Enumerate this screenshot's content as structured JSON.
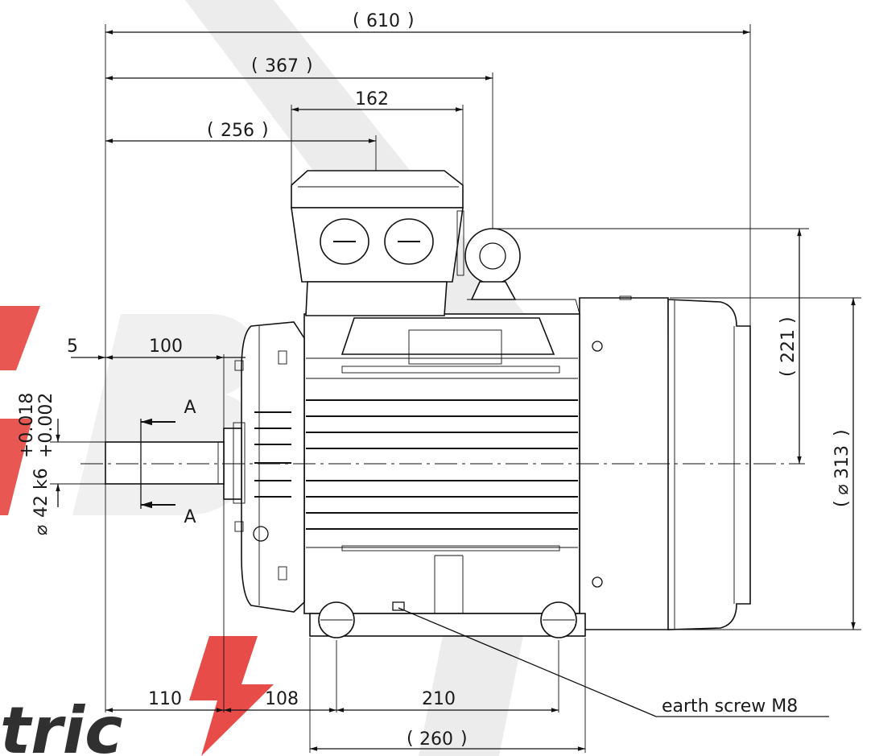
{
  "dimensions": {
    "overall_length": "610",
    "to_eyebolt": "367",
    "terminal_box_width": "162",
    "to_terminal_box": "256",
    "shaft_offset": "5",
    "shaft_length": "100",
    "shaft_height": "221",
    "flange_diameter": "313",
    "shaft_end": "110",
    "foot_offset": "108",
    "foot_spacing": "210",
    "foot_total": "260"
  },
  "shaft": {
    "tolerance_upper": "+0.018",
    "tolerance_lower": "+0.002",
    "diameter": "42 k6",
    "diameter_symbol": "⌀"
  },
  "section": {
    "label_top": "A",
    "label_bottom": "A"
  },
  "annotation": {
    "earth_screw": "earth screw M8"
  },
  "colors": {
    "watermark": "#e5e5e5",
    "watermark_red": "#e53935",
    "line": "#111111"
  }
}
